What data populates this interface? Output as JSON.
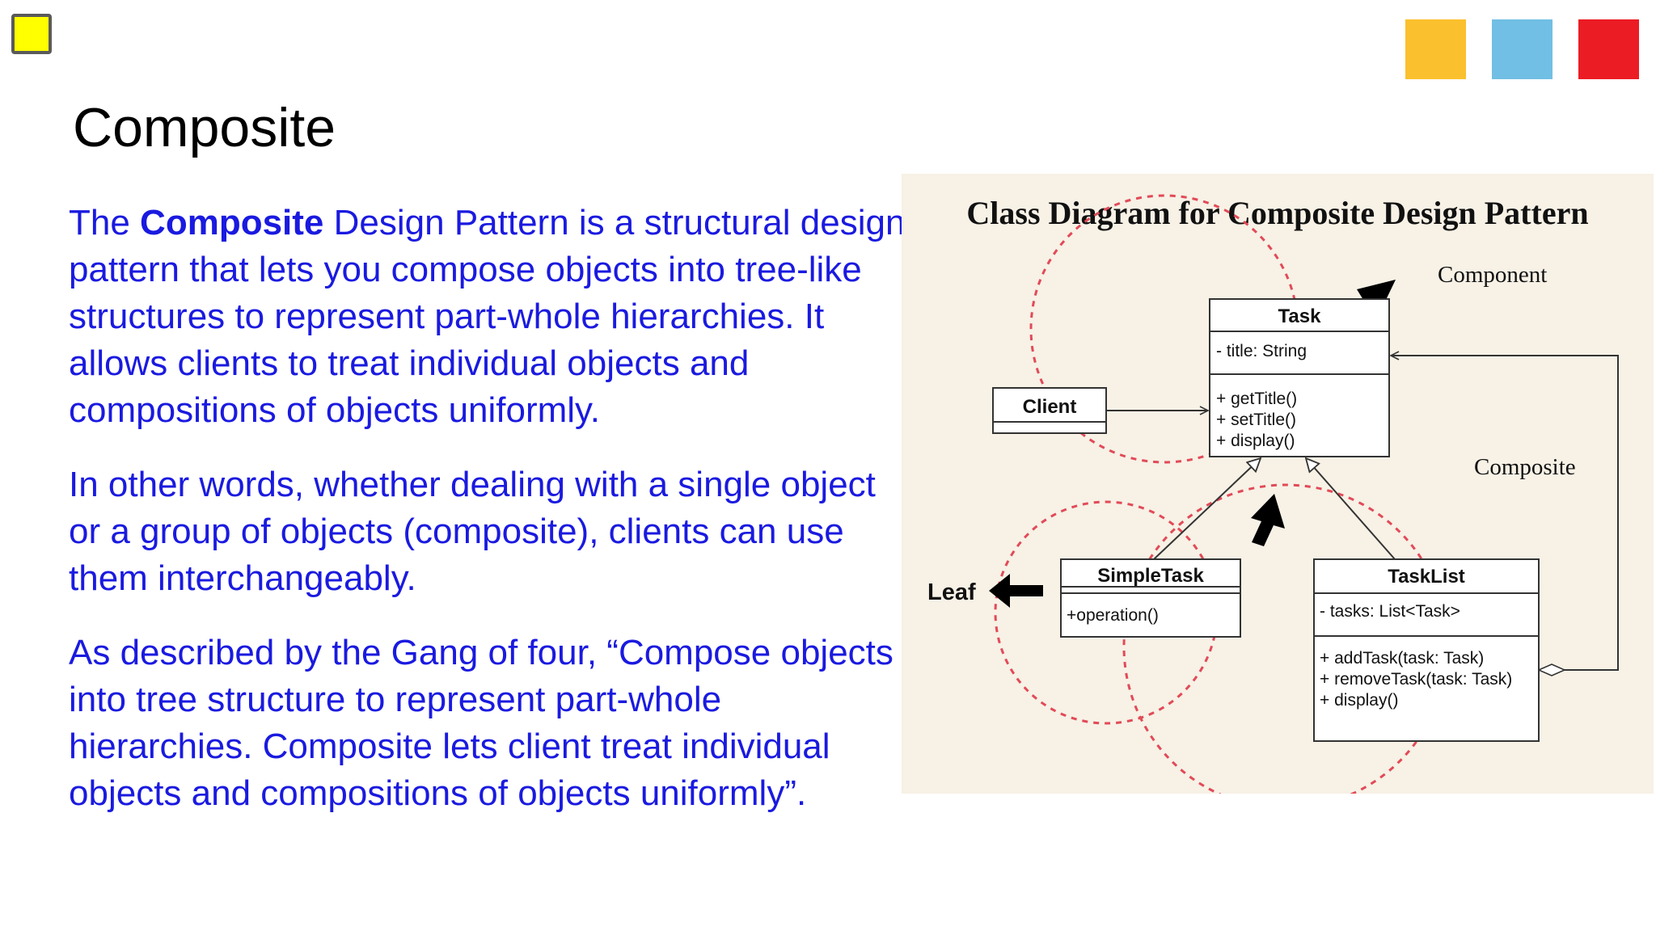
{
  "slide": {
    "title": "Composite",
    "paragraphs": [
      {
        "prefix": "The ",
        "bold": "Composite",
        "rest": " Design Pattern is a structural design pattern that lets you compose objects into tree-like structures to represent part-whole hierarchies. It allows clients to treat individual objects and compositions of objects uniformly."
      },
      {
        "text": "In other words, whether dealing with a single object or a group of objects (composite), clients can use them interchangeably."
      },
      {
        "text": "As described by the Gang of four, “Compose objects into tree structure to represent part-whole hierarchies. Composite lets client treat individual objects and compositions of objects uniformly”."
      }
    ],
    "colors": {
      "body_text": "#1a1ae0",
      "corner_box": "#ffff00",
      "swatches": [
        "#fbc02d",
        "#71bfe4",
        "#ec1c24"
      ]
    }
  },
  "diagram": {
    "title": "Class Diagram for Composite Design Pattern",
    "callouts": {
      "component": "Component",
      "composite": "Composite",
      "leaf": "Leaf"
    },
    "classes": {
      "task": {
        "name": "Task",
        "attributes": [
          "- title: String"
        ],
        "methods": [
          "+ getTitle()",
          "+ setTitle()",
          "+ display()"
        ]
      },
      "client": {
        "name": "Client"
      },
      "simple_task": {
        "name": "SimpleTask",
        "methods": [
          "+operation()"
        ]
      },
      "task_list": {
        "name": "TaskList",
        "attributes": [
          "- tasks: List<Task>"
        ],
        "methods": [
          "+ addTask(task: Task)",
          "+ removeTask(task: Task)",
          "+ display()"
        ]
      }
    },
    "colors": {
      "background": "#f7f1e6",
      "circle_dash": "#e24a57"
    }
  }
}
